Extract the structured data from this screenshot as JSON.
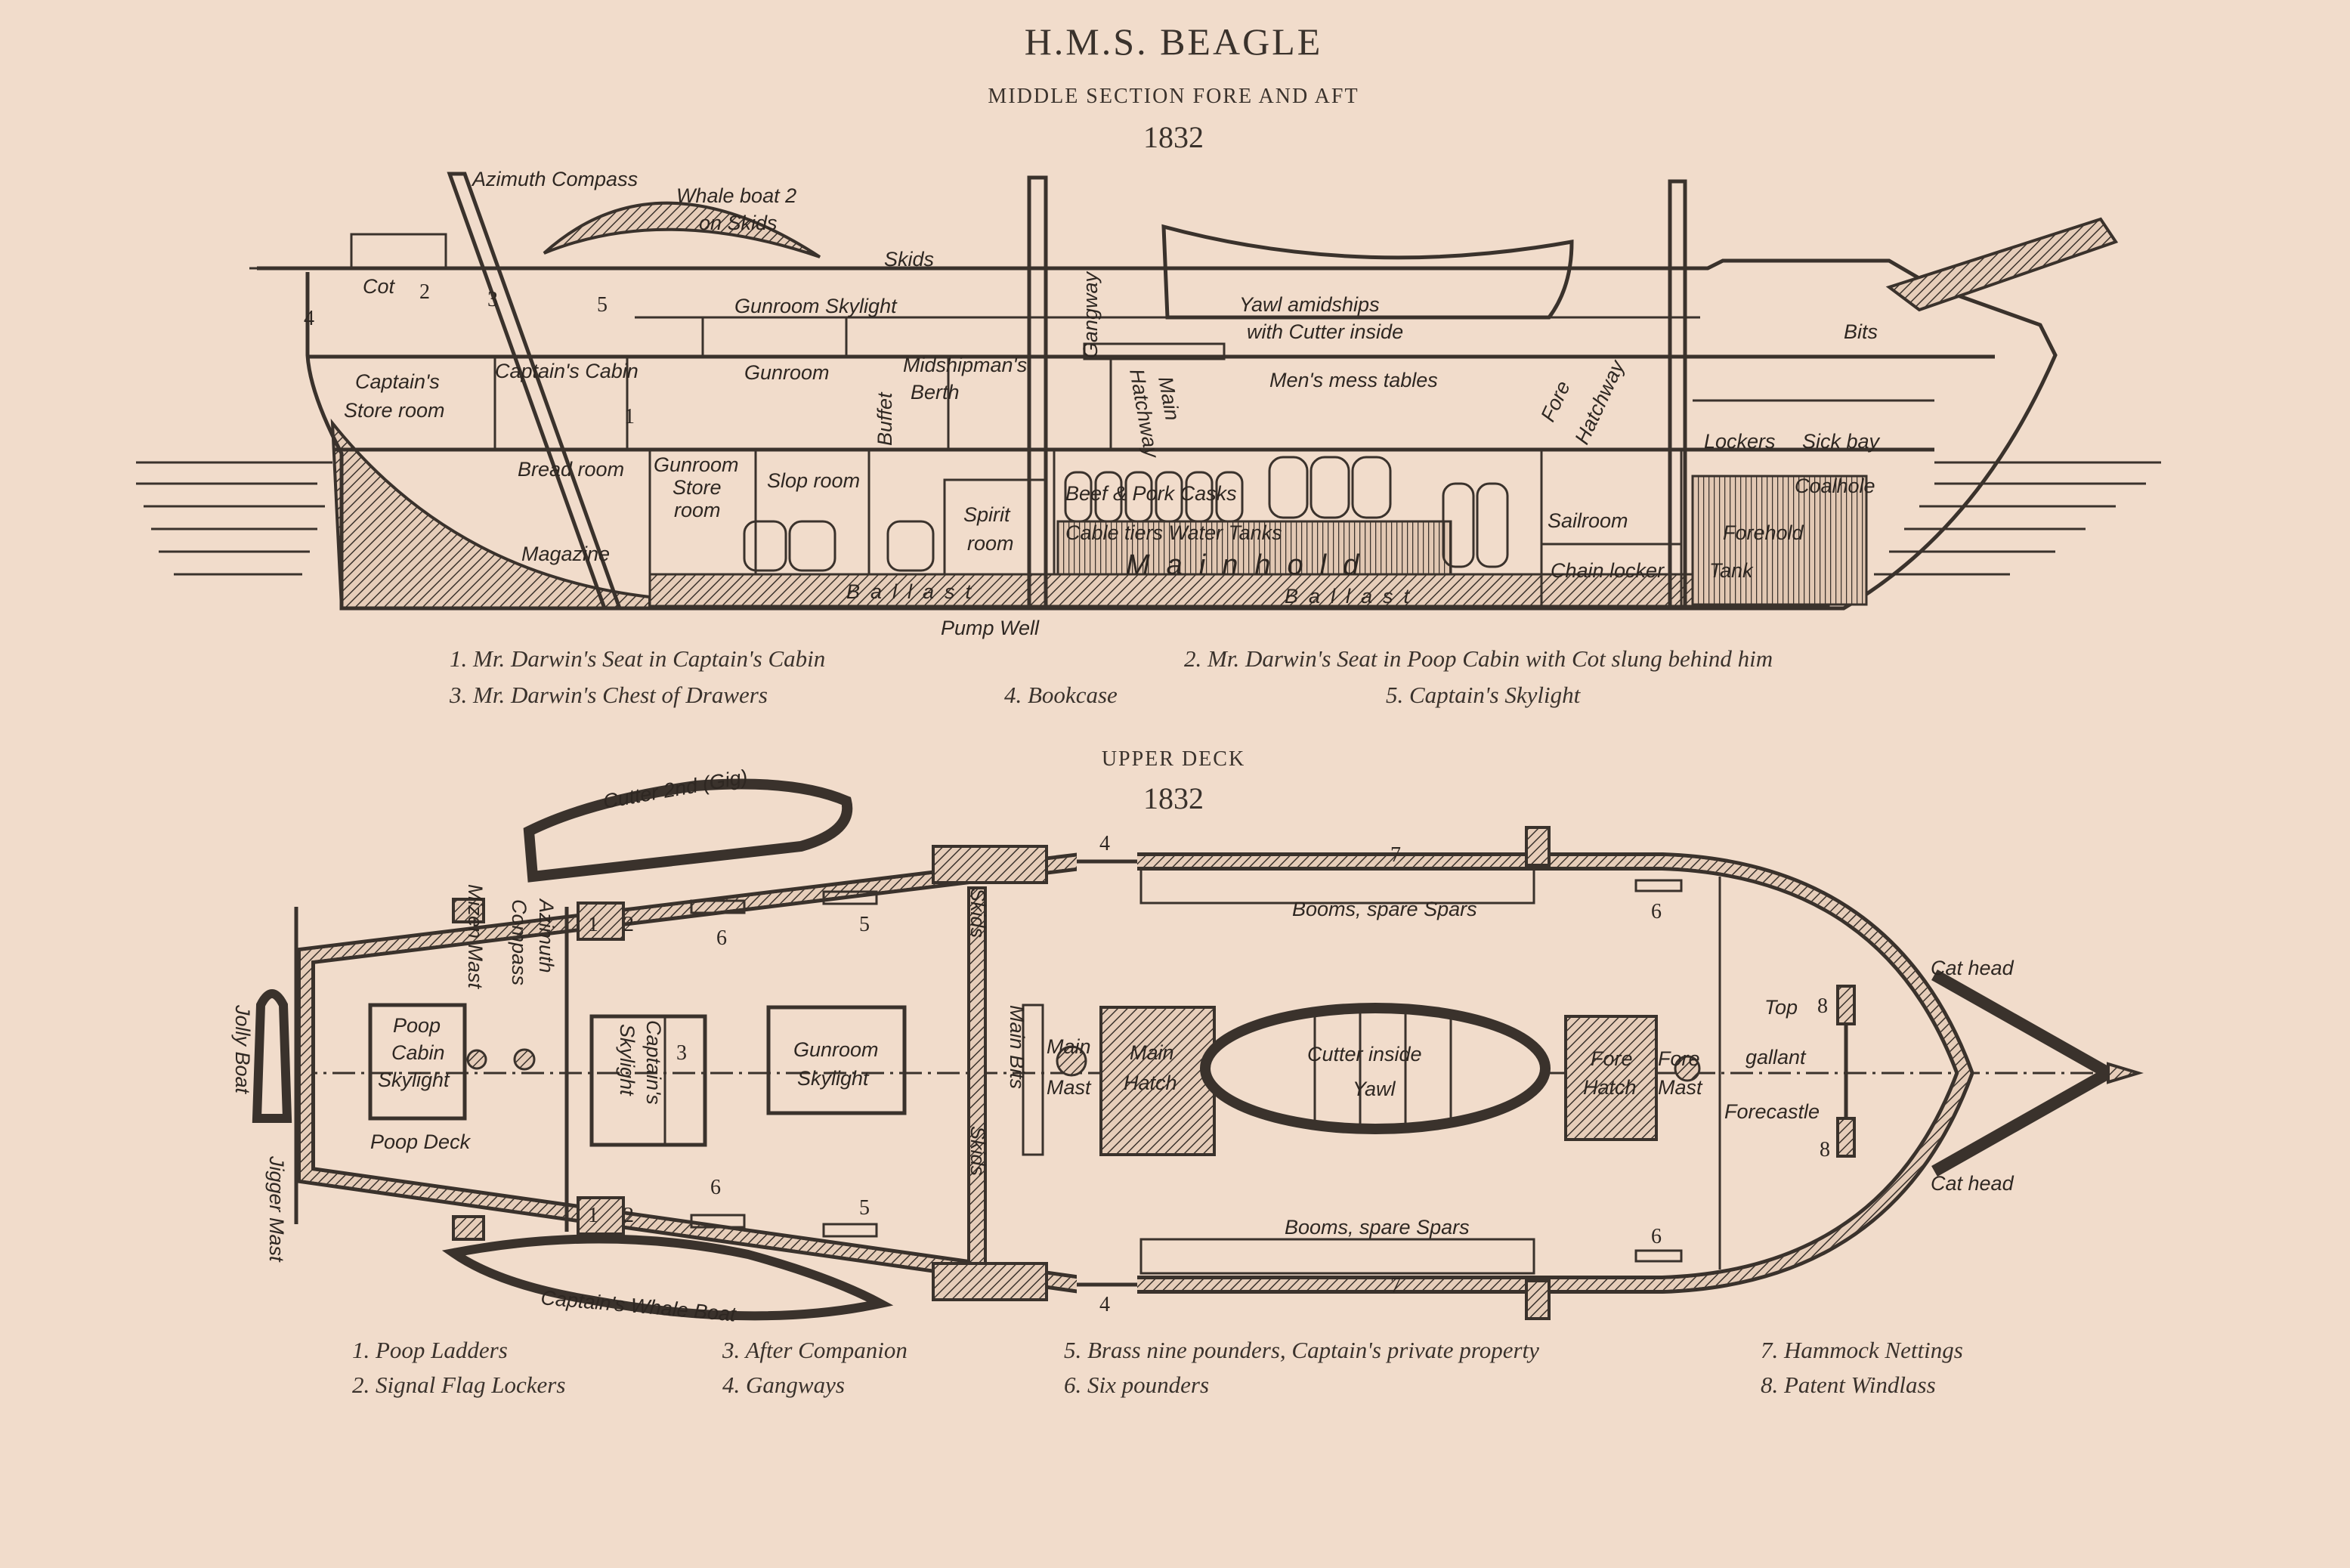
{
  "header": {
    "title": "H.M.S. BEAGLE",
    "subtitle": "MIDDLE SECTION FORE AND AFT",
    "year": "1832"
  },
  "section": {
    "labels": {
      "azimuth_compass": "Azimuth Compass",
      "whale_boat_1": "Whale boat 2",
      "whale_boat_2": "on Skids",
      "skids": "Skids",
      "gangway": "Gangway",
      "yawl_1": "Yawl amidships",
      "yawl_2": "with Cutter inside",
      "bits": "Bits",
      "cot": "Cot",
      "gunroom_skylight": "Gunroom Skylight",
      "captains_cabin": "Captain's Cabin",
      "gunroom": "Gunroom",
      "midshipmans_1": "Midshipman's",
      "midshipmans_2": "Berth",
      "store_1": "Captain's",
      "store_2": "Store room",
      "main_hatchway_1": "Main",
      "main_hatchway_2": "Hatchway",
      "mess_tables": "Men's mess tables",
      "fore_hatchway_1": "Fore",
      "fore_hatchway_2": "Hatchway",
      "buffet": "Buffet",
      "lockers": "Lockers",
      "sick_bay": "Sick bay",
      "bread_room": "Bread room",
      "gunroom_store_1": "Gunroom",
      "gunroom_store_2": "Store",
      "gunroom_store_3": "room",
      "slop_room": "Slop room",
      "spirit_1": "Spirit",
      "spirit_2": "room",
      "casks": "Beef & Pork Casks",
      "cable_tiers": "Cable tiers Water Tanks",
      "mainhold": "Mainhold",
      "magazine": "Magazine",
      "ballast_1": "Ballast",
      "ballast_2": "Ballast",
      "pump_well": "Pump Well",
      "sailroom": "Sailroom",
      "chain_locker": "Chain locker",
      "tank": "Tank",
      "coalhole": "Coalhole",
      "forehold": "Forehold",
      "n1": "1",
      "n2": "2",
      "n3": "3",
      "n4": "4",
      "n5": "5"
    },
    "legend": [
      "1. Mr. Darwin's Seat in Captain's Cabin",
      "2. Mr. Darwin's Seat in Poop Cabin with Cot slung behind him",
      "3. Mr. Darwin's Chest of Drawers",
      "4. Bookcase",
      "5. Captain's Skylight"
    ]
  },
  "deck": {
    "title": "UPPER DECK",
    "year": "1832",
    "labels": {
      "cutter_gig": "Cutter 2nd (Gig)",
      "jolly_boat": "Jolly Boat",
      "jigger_mast": "Jigger Mast",
      "mizen_mast": "Mizen Mast",
      "azimuth_1": "Azimuth",
      "azimuth_2": "Compass",
      "poop_1": "Poop",
      "poop_2": "Cabin",
      "poop_3": "Skylight",
      "poop_deck": "Poop Deck",
      "capt_sky_1": "Captain's",
      "capt_sky_2": "Skylight",
      "gunroom_1": "Gunroom",
      "gunroom_2": "Skylight",
      "skids_1": "Skids",
      "skids_2": "Skids",
      "main_bits": "Main Bits",
      "main_mast_1": "Main",
      "main_mast_2": "Mast",
      "main_hatch_1": "Main",
      "main_hatch_2": "Hatch",
      "cutter_1": "Cutter inside",
      "cutter_2": "Yawl",
      "fore_hatch_1": "Fore",
      "fore_hatch_2": "Hatch",
      "fore_mast_1": "Fore",
      "fore_mast_2": "Mast",
      "top": "Top",
      "gallant": "gallant",
      "forecastle": "Forecastle",
      "cat_head_1": "Cat head",
      "cat_head_2": "Cat head",
      "booms_1": "Booms, spare Spars",
      "booms_2": "Booms, spare Spars",
      "whale_boat": "Captain's Whale Boat",
      "n1": "1",
      "n2": "2",
      "n3": "3",
      "n4": "4",
      "n5": "5",
      "n6": "6",
      "n7": "7",
      "n8": "8"
    },
    "legend": [
      "1. Poop Ladders",
      "2. Signal Flag Lockers",
      "3. After Companion",
      "4. Gangways",
      "5. Brass nine pounders, Captain's private property",
      "6. Six pounders",
      "7. Hammock Nettings",
      "8. Patent Windlass"
    ]
  }
}
